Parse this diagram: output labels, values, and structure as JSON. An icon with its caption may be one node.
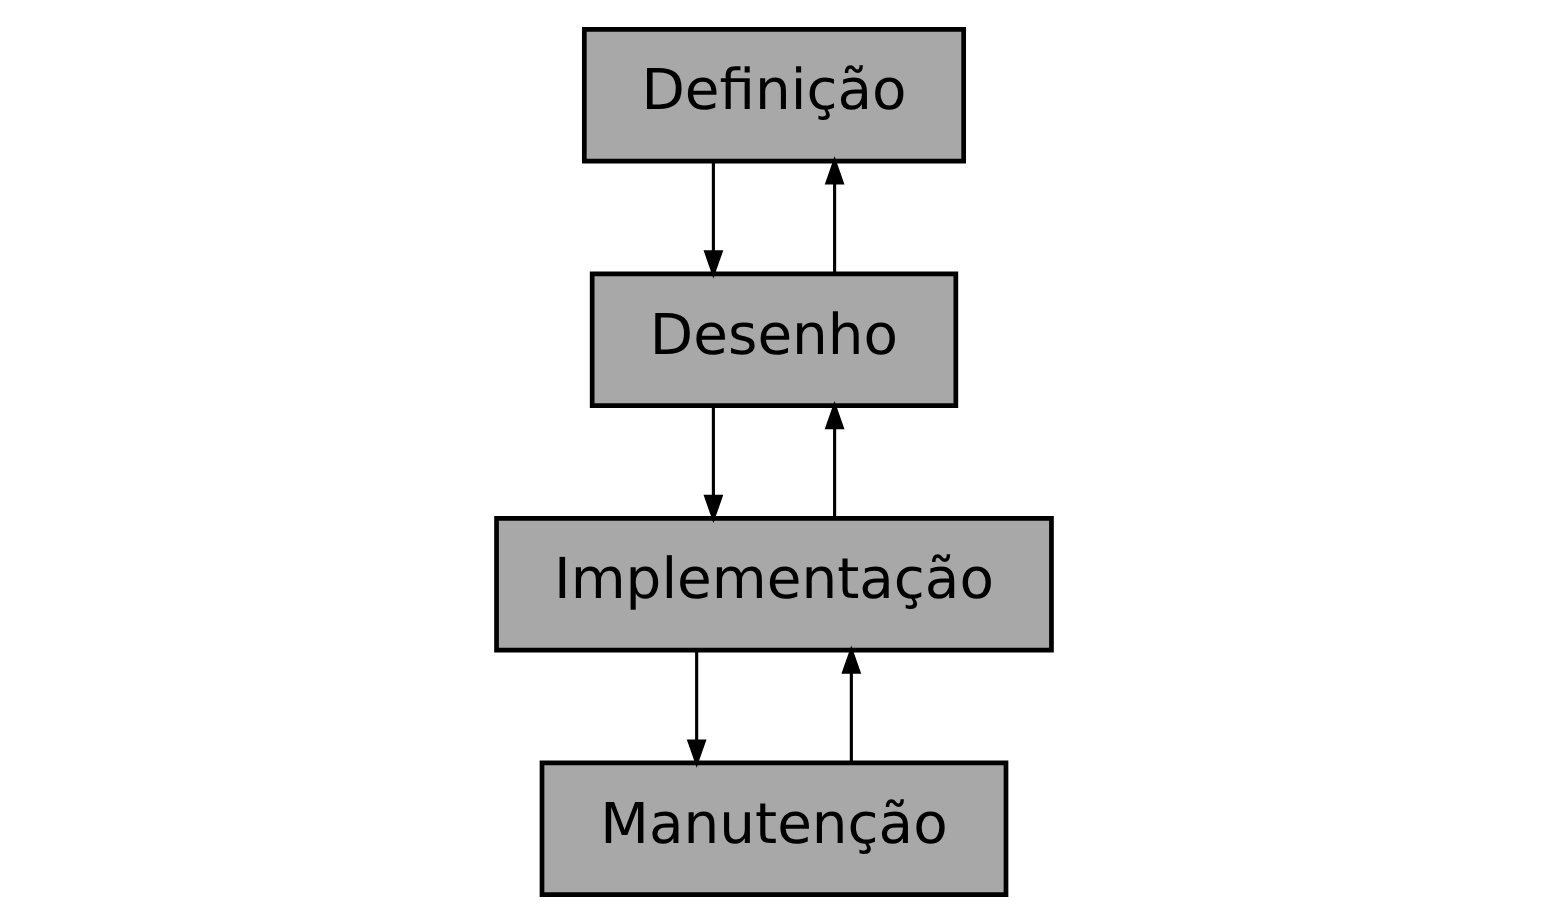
{
  "diagram": {
    "nodes": [
      {
        "text": [
          "Definição"
        ]
      },
      {
        "text": [
          "Desenho"
        ]
      },
      {
        "text": [
          "Implementação"
        ]
      },
      {
        "text": [
          "Manutenção"
        ]
      }
    ],
    "edges": [
      {
        "from": 0,
        "to": 1,
        "arrow": "to"
      },
      {
        "from": 1,
        "to": 0,
        "arrow": "to"
      },
      {
        "from": 1,
        "to": 2,
        "arrow": "to"
      },
      {
        "from": 2,
        "to": 1,
        "arrow": "to"
      },
      {
        "from": 2,
        "to": 3,
        "arrow": "to"
      },
      {
        "from": 3,
        "to": 2,
        "arrow": "to"
      }
    ]
  }
}
